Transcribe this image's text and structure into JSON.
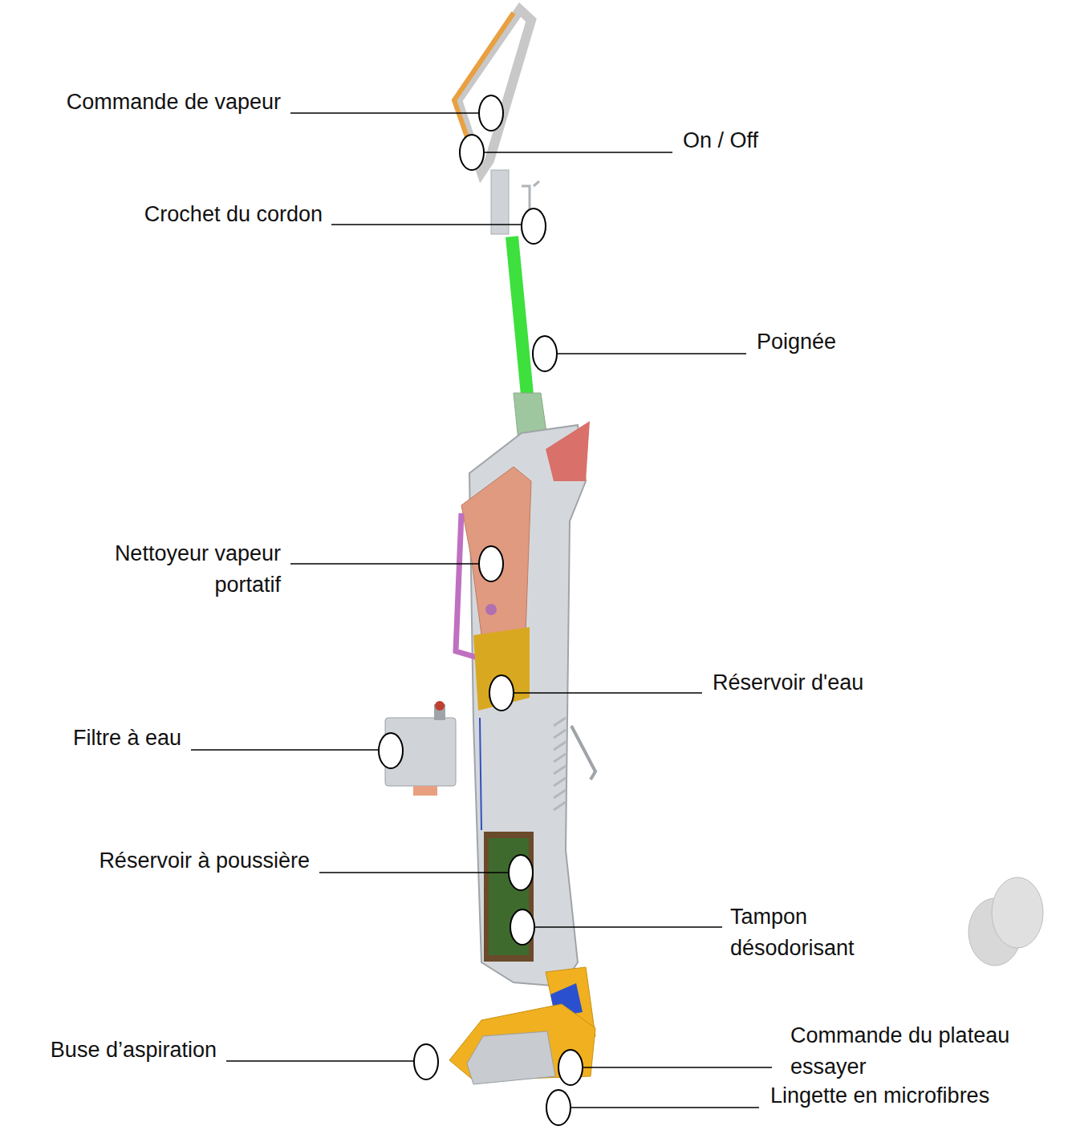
{
  "diagram": {
    "labels": [
      "Commande de vapeur",
      "On / Off",
      "Crochet du cordon",
      "Poignée",
      "Nettoyeur vapeur portatif",
      "Réservoir d'eau",
      "Filtre à eau",
      "Réservoir à poussière",
      "Tampon désodorisant",
      "Buse d’aspiration",
      "Commande du plateau essayer",
      "Lingette en microfibres"
    ]
  }
}
